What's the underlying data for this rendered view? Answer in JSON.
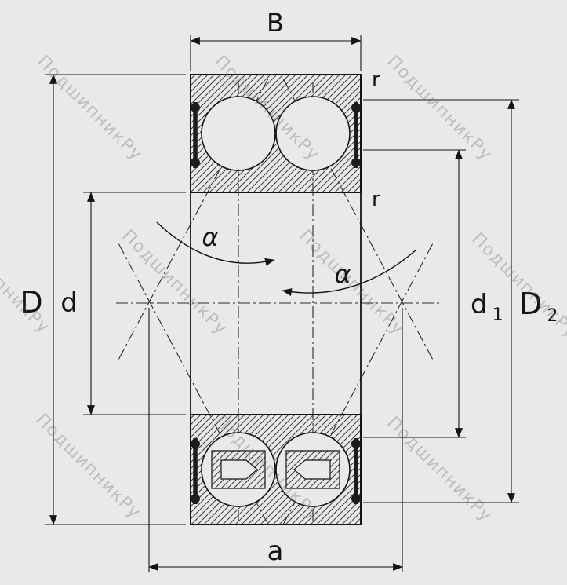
{
  "watermark": {
    "text": "ПодшипникРу"
  },
  "labels": {
    "width_top": "B",
    "radius_top": "r",
    "radius_inner": "r",
    "outer_diameter": "D",
    "bore_diameter": "d",
    "d1_base": "d",
    "d1_sub": "1",
    "d2_base": "D",
    "d2_sub": "2",
    "alpha_left": "α",
    "alpha_right": "α",
    "axial_distance": "a"
  },
  "colors": {
    "background": "#e9e9e9",
    "line": "#141414",
    "hatch": "#3c3c3c",
    "watermark": "#9a9a9a"
  }
}
